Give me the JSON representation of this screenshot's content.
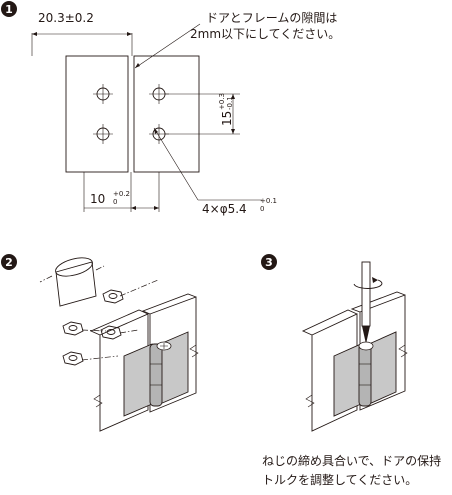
{
  "steps": {
    "step1": {
      "marker": "1",
      "dim_width": "20.3±0.2",
      "note_line1": "ドアとフレームの隙間は",
      "note_line2": "2mm以下にしてください。",
      "dim_vertical": "15",
      "dim_vertical_tol_upper": "+0.3",
      "dim_vertical_tol_lower": "-0.1",
      "dim_offset": "10",
      "dim_offset_tol_upper": "+0.2",
      "dim_offset_tol_lower": "0",
      "hole_spec": "4×φ5.4",
      "hole_tol_upper": "+0.1",
      "hole_tol_lower": "0"
    },
    "step2": {
      "marker": "2"
    },
    "step3": {
      "marker": "3",
      "caption_line1": "ねじの締め具合いで、ドアの保持",
      "caption_line2": "トルクを調整してください。"
    }
  },
  "colors": {
    "line": "#231815",
    "hinge_plate": "#c8c8c8",
    "hinge_knuckle": "#b4b4b4",
    "panel": "#ffffff"
  }
}
